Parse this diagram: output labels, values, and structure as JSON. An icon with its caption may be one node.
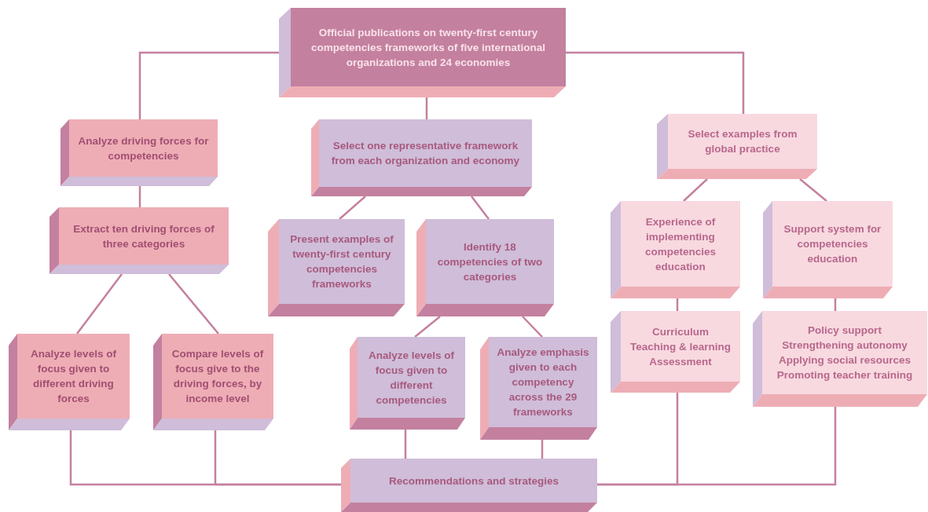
{
  "diagram": {
    "nodes": [
      {
        "text": [
          "Official publications on twenty-first century competencies frameworks of five international organizations and 24 economies"
        ]
      },
      {
        "text": [
          "Analyze driving forces for competencies"
        ]
      },
      {
        "text": [
          "Select one representative framework from each organization and economy"
        ]
      },
      {
        "text": [
          "Select examples from global practice"
        ]
      },
      {
        "text": [
          "Extract ten driving forces of three categories"
        ]
      },
      {
        "text": [
          "Present examples of twenty-first century competencies frameworks"
        ]
      },
      {
        "text": [
          "Identify 18 competencies of two categories"
        ]
      },
      {
        "text": [
          "Experience of implementing competencies education"
        ]
      },
      {
        "text": [
          "Support system for competencies education"
        ]
      },
      {
        "text": [
          "Analyze levels of focus given to different driving forces"
        ]
      },
      {
        "text": [
          "Compare levels of focus give to the driving forces, by income level"
        ]
      },
      {
        "text": [
          "Analyze levels of focus given to different competencies"
        ]
      },
      {
        "text": [
          "Analyze emphasis given to each competency across the 29 frameworks"
        ]
      },
      {
        "text": [
          "Curriculum",
          "Teaching & learning",
          "Assessment"
        ]
      },
      {
        "text": [
          "Policy support",
          "Strengthening autonomy",
          "Applying social resources",
          "Promoting teacher training"
        ]
      },
      {
        "text": [
          "Recommendations and strategies"
        ]
      }
    ],
    "edges": [
      {
        "from": 0,
        "to": 1,
        "arrow": "none"
      },
      {
        "from": 0,
        "to": 2,
        "arrow": "none"
      },
      {
        "from": 0,
        "to": 3,
        "arrow": "none"
      },
      {
        "from": 1,
        "to": 4,
        "arrow": "none"
      },
      {
        "from": 4,
        "to": 9,
        "arrow": "none"
      },
      {
        "from": 4,
        "to": 10,
        "arrow": "none"
      },
      {
        "from": 2,
        "to": 5,
        "arrow": "none"
      },
      {
        "from": 2,
        "to": 6,
        "arrow": "none"
      },
      {
        "from": 6,
        "to": 11,
        "arrow": "none"
      },
      {
        "from": 6,
        "to": 12,
        "arrow": "none"
      },
      {
        "from": 3,
        "to": 7,
        "arrow": "none"
      },
      {
        "from": 3,
        "to": 8,
        "arrow": "none"
      },
      {
        "from": 7,
        "to": 13,
        "arrow": "none"
      },
      {
        "from": 8,
        "to": 14,
        "arrow": "none"
      },
      {
        "from": 9,
        "to": 15,
        "arrow": "none"
      },
      {
        "from": 10,
        "to": 15,
        "arrow": "none"
      },
      {
        "from": 11,
        "to": 15,
        "arrow": "none"
      },
      {
        "from": 12,
        "to": 15,
        "arrow": "none"
      },
      {
        "from": 13,
        "to": 15,
        "arrow": "none"
      },
      {
        "from": 14,
        "to": 15,
        "arrow": "none"
      }
    ]
  }
}
